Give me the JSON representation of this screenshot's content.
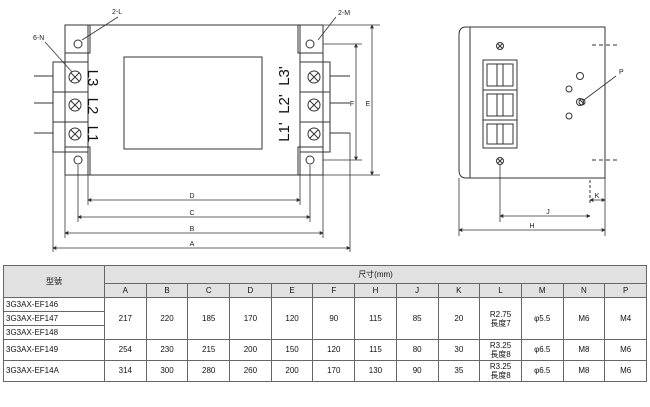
{
  "drawing": {
    "front_labels": {
      "holes_2L": "2-L",
      "screws_6N": "6-N",
      "holes_2M": "2-M",
      "dim_D": "D",
      "dim_C": "C",
      "dim_B": "B",
      "dim_A": "A",
      "dim_F": "F",
      "dim_E": "E"
    },
    "terminals_left": [
      "L3",
      "L2",
      "L1"
    ],
    "terminals_right": [
      "L3'",
      "L2'",
      "L1'"
    ],
    "side_labels": {
      "dim_P": "P",
      "dim_K": "K",
      "dim_J": "J",
      "dim_H": "H"
    }
  },
  "table": {
    "model_header": "型號",
    "size_header": "尺寸(mm)",
    "columns": [
      "A",
      "B",
      "C",
      "D",
      "E",
      "F",
      "H",
      "J",
      "K",
      "L",
      "M",
      "N",
      "P"
    ],
    "groups": [
      {
        "models": [
          "3G3AX-EF146",
          "3G3AX-EF147",
          "3G3AX-EF148"
        ],
        "values": [
          "217",
          "220",
          "185",
          "170",
          "120",
          "90",
          "115",
          "85",
          "20",
          [
            "R2.75",
            "長度7"
          ],
          "φ5.5",
          "M6",
          "M4"
        ]
      },
      {
        "models": [
          "3G3AX-EF149"
        ],
        "values": [
          "254",
          "230",
          "215",
          "200",
          "150",
          "120",
          "115",
          "80",
          "30",
          [
            "R3.25",
            "長度8"
          ],
          "φ6.5",
          "M8",
          "M6"
        ]
      },
      {
        "models": [
          "3G3AX-EF14A"
        ],
        "values": [
          "314",
          "300",
          "280",
          "260",
          "200",
          "170",
          "130",
          "90",
          "35",
          [
            "R3.25",
            "長度8"
          ],
          "φ6.5",
          "M8",
          "M6"
        ]
      }
    ]
  }
}
